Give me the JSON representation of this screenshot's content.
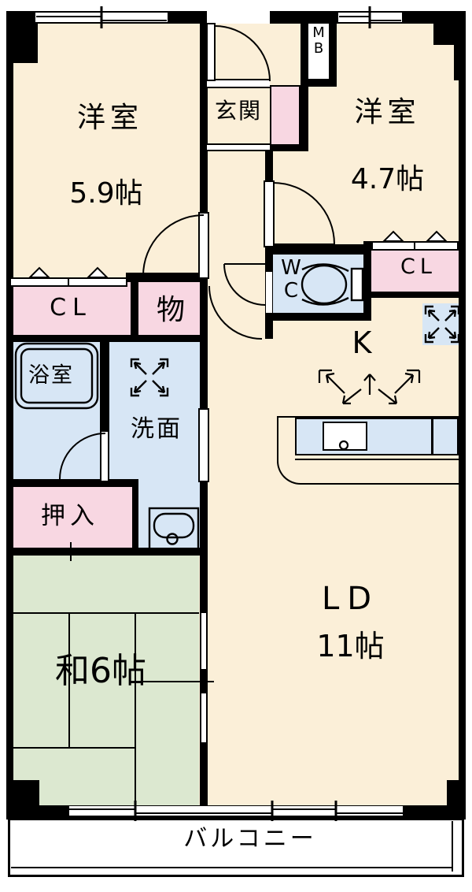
{
  "rooms": {
    "western1": {
      "name": "洋室",
      "size": "5.9帖"
    },
    "western2": {
      "name": "洋室",
      "size": "4.7帖"
    },
    "entrance": {
      "name": "玄関"
    },
    "meter_box": {
      "l1": "M",
      "l2": "B"
    },
    "closet_left": {
      "name": "CL"
    },
    "closet_right": {
      "name": "CL"
    },
    "storage": {
      "name": "物"
    },
    "wc": {
      "l1": "W",
      "l2": "C"
    },
    "bathroom": {
      "name": "浴室"
    },
    "washroom": {
      "name": "洗面"
    },
    "kitchen": {
      "name": "K"
    },
    "oshiire": {
      "name": "押入"
    },
    "japanese_room": {
      "name": "和6帖"
    },
    "living_dining": {
      "name": "LD",
      "size": "11帖"
    },
    "balcony": {
      "name": "バルコニー"
    }
  },
  "colors": {
    "cream": "#FBEFD8",
    "pink": "#F8D7E2",
    "blue": "#D7E6F5",
    "green": "#DCE8D0",
    "wall": "#000000"
  }
}
